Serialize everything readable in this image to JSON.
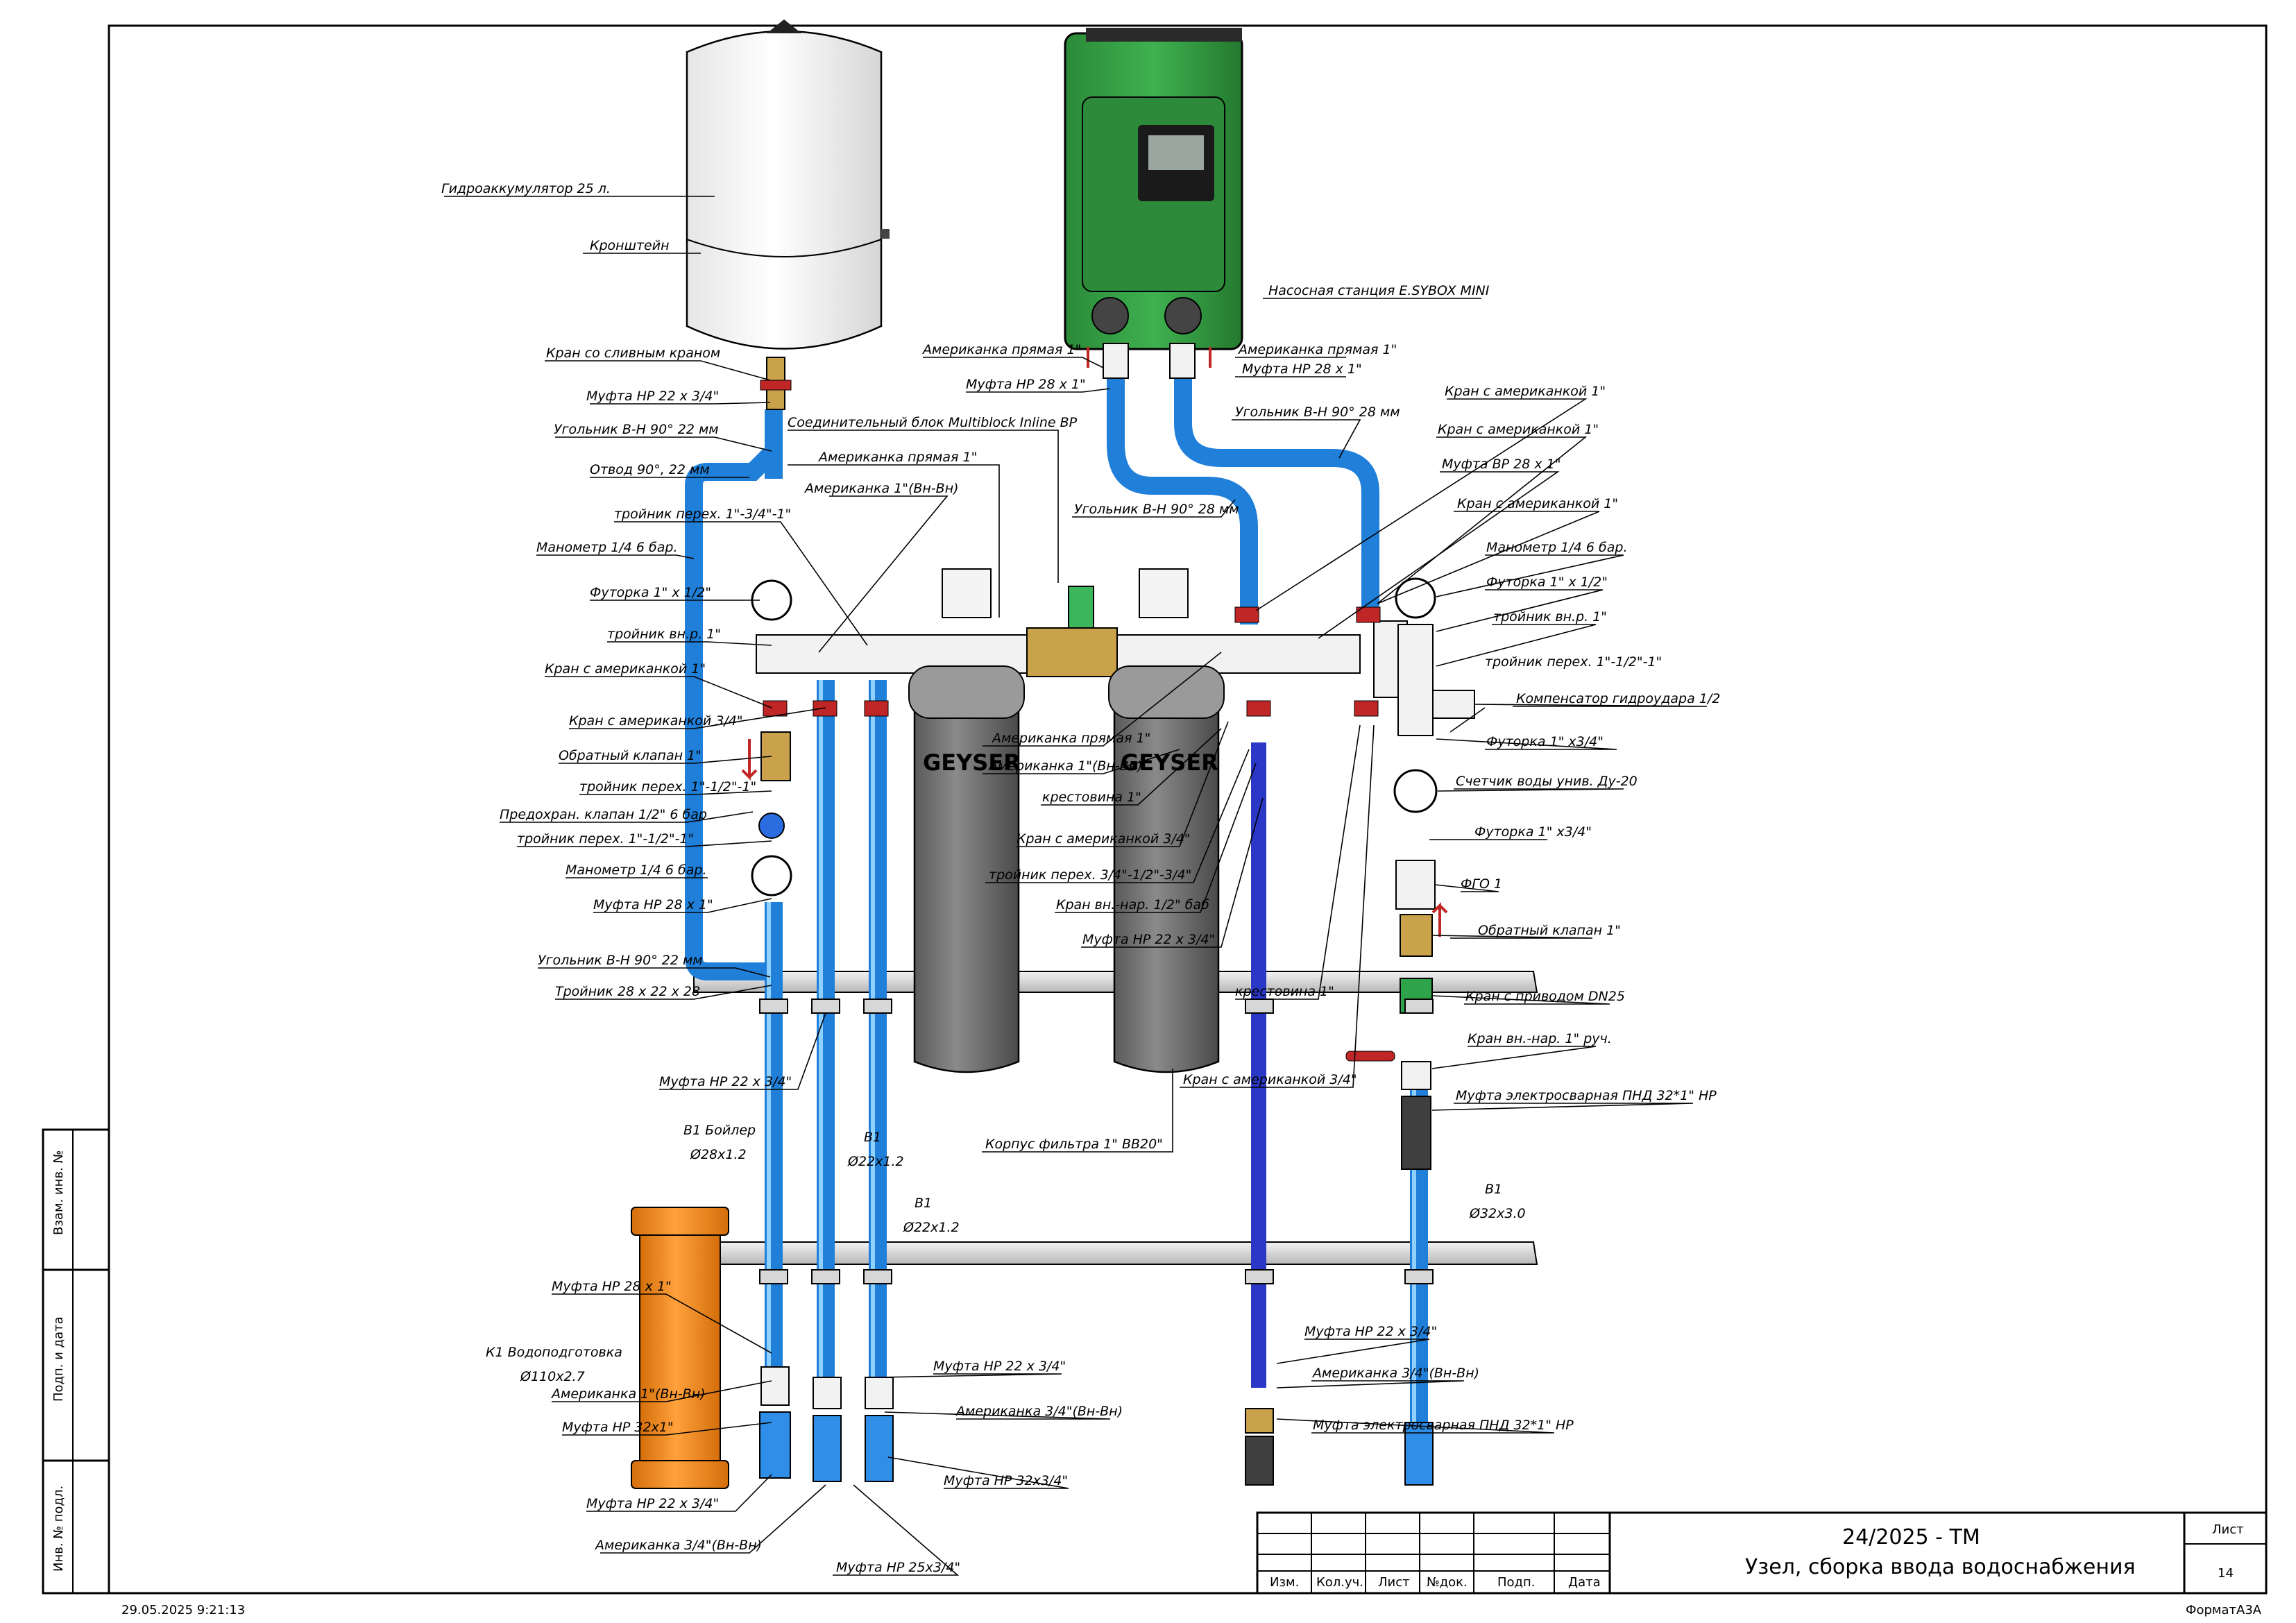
{
  "colors": {
    "pipe": "#1f7fd9",
    "pipe_dark": "#2b37c7",
    "pump": "#2f9a40",
    "sewer": "#f08a1c",
    "filter": "#6a6a6a",
    "brass": "#c9a24b"
  },
  "labels": {
    "accumulator": "Гидроаккумулятор 25 л.",
    "bracket": "Кронштейн",
    "drain_valve": "Кран со сливным краном",
    "coupling_22_34_top": "Муфта НР 22 х 3/4\"",
    "elbow_22_top": "Угольник В-Н 90° 22 мм",
    "bend_22": "Отвод 90°, 22 мм",
    "tee_1_34_1": "тройник перех. 1\"-3/4\"-1\"",
    "gauge_left_top": "Манометр 1/4 6 бар.",
    "bushing_1_12_left": "Футорка 1\" х 1/2\"",
    "tee_inner_left": "тройник вн.р. 1\"",
    "valve_union_1_left": "Кран с американкой 1\"",
    "valve_union_34_left": "Кран с американкой 3/4\"",
    "check_valve_left": "Обратный клапан 1\"",
    "tee_1_12_1_a": "тройник перех. 1\"-1/2\"-1\"",
    "safety_valve": "Предохран. клапан 1/2\" 6 бар",
    "tee_1_12_1_b": "тройник перех. 1\"-1/2\"-1\"",
    "gauge_left_bottom": "Манометр 1/4 6 бар.",
    "coupling_28_1_left": "Муфта НР 28 х 1\"",
    "elbow_22_bottom": "Угольник В-Н 90° 22 мм",
    "tee_28_22_28": "Тройник 28 х 22 х 28",
    "coupling_22_34_mid": "Муфта НР 22 х 3/4\"",
    "b1_boiler": "В1 Бойлер",
    "b1_boiler_size": "Ø28х1.2",
    "b1_a": "В1",
    "b1_a_size": "Ø22х1.2",
    "b1_b": "В1",
    "b1_b_size": "Ø22х1.2",
    "k1_water": "К1 Водоподготовка",
    "k1_size": "Ø110х2.7",
    "coupling_28_1_bottom": "Муфта НР 28 х 1\"",
    "union_1_bottom": "Американка 1\"(Вн-Вн)",
    "coupling_32_1": "Муфта НР 32х1\"",
    "coupling_22_34_bottom_left": "Муфта НР 22 х 3/4\"",
    "union_34_bottom_left": "Американка 3/4\"(Вн-Вн)",
    "coupling_25_34": "Муфта НР 25х3/4\"",
    "coupling_22_34_bottom_mid": "Муфта НР 22 х 3/4\"",
    "union_34_bottom_mid": "Американка 3/4\"(Вн-Вн)",
    "coupling_32_34": "Муфта НР 32х3/4\"",
    "multiblock": "Соединительный блок Multiblock Inline BP",
    "union_straight_top": "Американка прямая 1\"",
    "union_1_vnvn_top": "Американка 1\"(Вн-Вн)",
    "union_straight_mid": "Американка прямая 1\"",
    "union_1_vnvn_mid": "Американка 1\"(Вн-Вн)",
    "cross_1": "крестовина 1\"",
    "valve_union_34_mid": "Кран с американкой 3/4\"",
    "tee_34_12_34": "тройник перех. 3/4\"-1/2\"-3/4\"",
    "valve_inner_outer_12": "Кран вн.-нар. 1/2\" баб",
    "coupling_22_34_right_mid": "Муфта НР 22 х 3/4\"",
    "cross_right": "крестовина 1\"",
    "valve_union_34_right": "Кран с американкой 3/4\"",
    "filter_housing": "Корпус фильтра 1\" ВВ20\"",
    "pump_station": "Насосная станция E.SYBOX MINI",
    "union_straight_pump_l": "Американка прямая 1\"",
    "coupling_28_1_pump_l": "Муфта НР 28 х 1\"",
    "union_straight_pump_r": "Американка прямая 1\"",
    "coupling_28_1_pump_r": "Муфта НР 28 х 1\"",
    "elbow_28_right": "Угольник В-Н 90° 28 мм",
    "elbow_28_mid": "Угольник В-Н 90° 28 мм",
    "valve_union_1_r1": "Кран с американкой 1\"",
    "valve_union_1_r2": "Кран с американкой 1\"",
    "coupling_vr_28_1": "Муфта ВР 28 х 1\"",
    "valve_union_1_r3": "Кран с американкой 1\"",
    "gauge_right": "Манометр 1/4 6 бар.",
    "bushing_1_12_right": "Футорка 1\" х 1/2\"",
    "tee_inner_right": "тройник вн.р. 1\"",
    "tee_1_12_1_right": "тройник перех. 1\"-1/2\"-1\"",
    "hammer_comp": "Компенсатор гидроудара 1/2",
    "bushing_1_34_right": "Футорка 1\" х3/4\"",
    "water_meter": "Счетчик воды унив. Ду-20",
    "bushing_1_34_right2": "Футорка 1\" х3/4\"",
    "fgo": "ФГО 1",
    "check_valve_right": "Обратный клапан 1\"",
    "valve_drive": "Кран с приводом DN25",
    "valve_manual": "Кран вн.-нар. 1\" руч.",
    "electrofusion_top": "Муфта электросварная ПНД 32*1\" НР",
    "b1_main": "В1",
    "b1_main_size": "Ø32х3.0",
    "coupling_22_34_right_bottom": "Муфта НР 22 х 3/4\"",
    "union_34_right_bottom": "Американка 3/4\"(Вн-Вн)",
    "electrofusion_bottom": "Муфта электросварная ПНД 32*1\" НР",
    "filter_brand": "GEYSER"
  },
  "side_stamp": {
    "cell1": "Взам. инв. №",
    "cell2": "Подп. и дата",
    "cell3": "Инв. № подл."
  },
  "title_block": {
    "code": "24/2025 - ТМ",
    "title": "Узел, сборка ввода водоснабжения",
    "sheet_label": "Лист",
    "sheet_number": "14",
    "cols": [
      "Изм.",
      "Кол.уч.",
      "Лист",
      "№док.",
      "Подп.",
      "Дата"
    ]
  },
  "footer": {
    "timestamp": "29.05.2025 9:21:13",
    "format": "ФорматА3А"
  }
}
